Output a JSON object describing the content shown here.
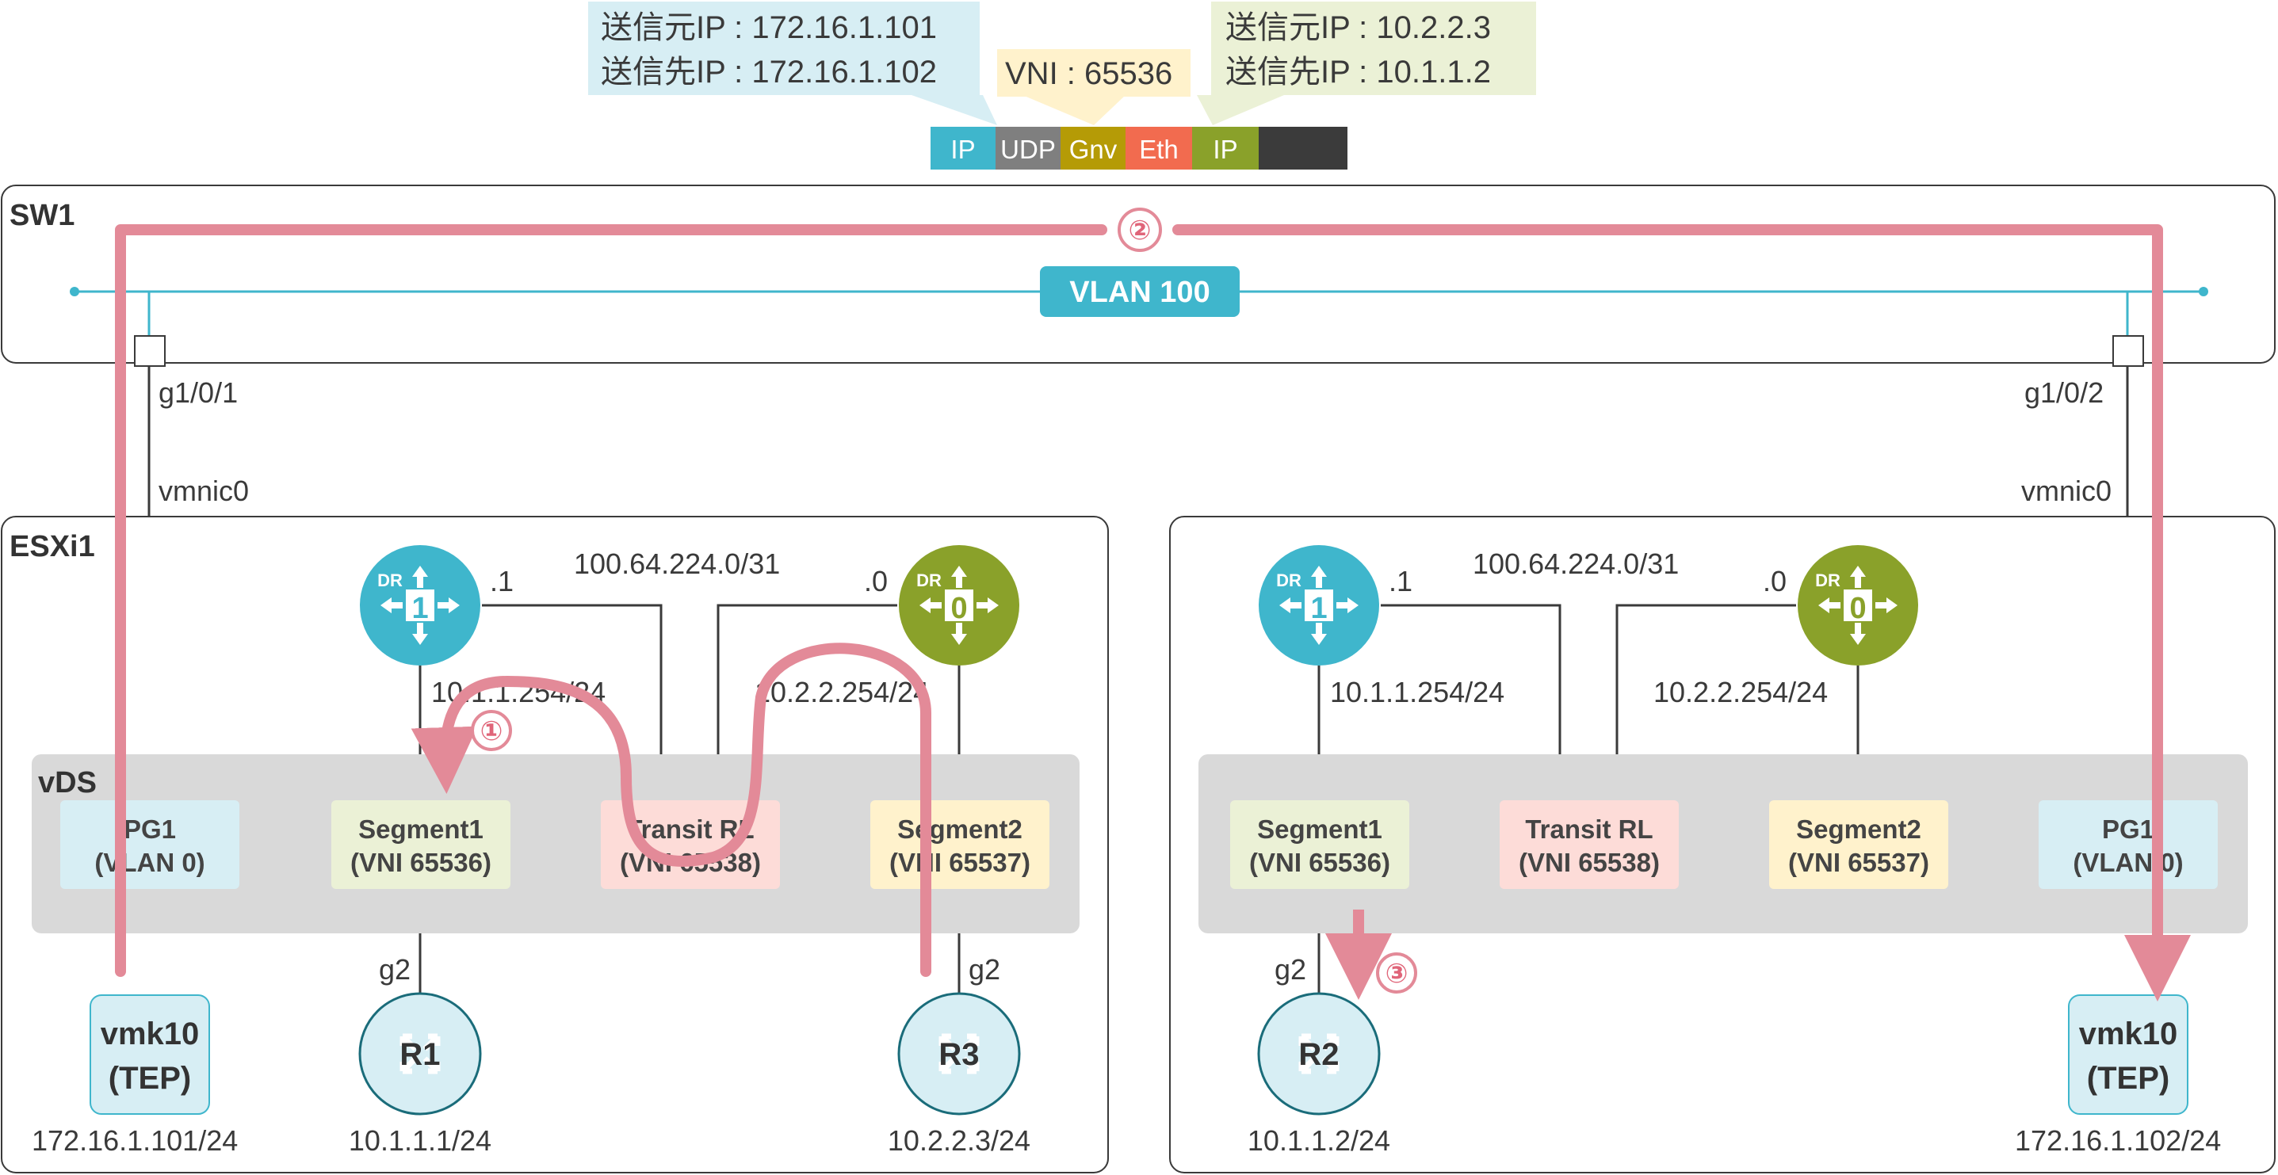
{
  "colors": {
    "teal": "#3fb6cc",
    "olive": "#8aa12a",
    "flow": "#e38a98",
    "gray_hdr": "#7f7f7f",
    "gnv": "#b59b06",
    "eth": "#f26b4f",
    "dark": "#3b3b3b",
    "vds_bg": "#d9d9d9",
    "pg_bg": "#d7eef4",
    "seg1_bg": "#ebf1d6",
    "transit_bg": "#fddcd8",
    "seg2_bg": "#fff2cc"
  },
  "header": {
    "callouts": {
      "outer": [
        "送信元IP : 172.16.1.101",
        "送信先IP : 172.16.1.102"
      ],
      "vni": "VNI : 65536",
      "inner": [
        "送信元IP : 10.2.2.3",
        "送信先IP : 10.1.1.2"
      ]
    },
    "packet": [
      "IP",
      "UDP",
      "Gnv",
      "Eth",
      "IP",
      ""
    ]
  },
  "sw1": {
    "title": "SW1",
    "vlan": "VLAN 100",
    "port_left": "g1/0/1",
    "port_right": "g1/0/2"
  },
  "flow_steps": [
    "①",
    "②",
    "③"
  ],
  "hosts": [
    {
      "title": "ESXi1",
      "uplink": "vmnic0",
      "transit_net": "100.64.224.0/31",
      "dr1": {
        "tag": "DR",
        "num": "1",
        "ip": ".1",
        "if": "10.1.1.254/24"
      },
      "dr0": {
        "tag": "DR",
        "num": "0",
        "ip": ".0",
        "if": "10.2.2.254/24"
      },
      "vds": "vDS",
      "pg1": [
        "PG1",
        "(VLAN 0)"
      ],
      "seg1": [
        "Segment1",
        "(VNI 65536)"
      ],
      "transit": [
        "Transit RL",
        "(VNI 65538)"
      ],
      "seg2": [
        "Segment2",
        "(VNI 65537)"
      ],
      "vmk": [
        "vmk10",
        "(TEP)"
      ],
      "vmk_ip": "172.16.1.101/24",
      "routers": [
        {
          "name": "R1",
          "port": "g2",
          "ip": "10.1.1.1/24"
        },
        {
          "name": "R3",
          "port": "g2",
          "ip": "10.2.2.3/24"
        }
      ]
    },
    {
      "title": "",
      "uplink": "vmnic0",
      "transit_net": "100.64.224.0/31",
      "dr1": {
        "tag": "DR",
        "num": "1",
        "ip": ".1",
        "if": "10.1.1.254/24"
      },
      "dr0": {
        "tag": "DR",
        "num": "0",
        "ip": ".0",
        "if": "10.2.2.254/24"
      },
      "seg1": [
        "Segment1",
        "(VNI 65536)"
      ],
      "transit": [
        "Transit RL",
        "(VNI 65538)"
      ],
      "seg2": [
        "Segment2",
        "(VNI 65537)"
      ],
      "pg1": [
        "PG1",
        "(VLAN 0)"
      ],
      "vmk": [
        "vmk10",
        "(TEP)"
      ],
      "vmk_ip": "172.16.1.102/24",
      "routers": [
        {
          "name": "R2",
          "port": "g2",
          "ip": "10.1.1.2/24"
        }
      ]
    }
  ]
}
